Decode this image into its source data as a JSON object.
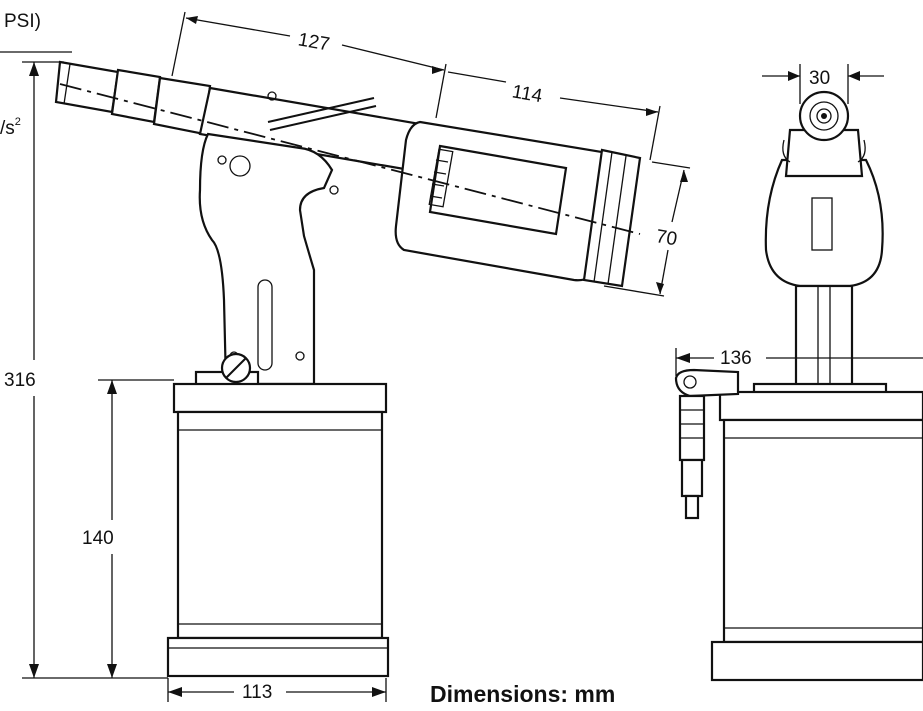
{
  "edge_text": {
    "top_left": "PSI)",
    "left_mid": "/s",
    "left_mid_sup": "2"
  },
  "dimensions": {
    "nose_length": "127",
    "body_length": "114",
    "body_diameter": "70",
    "nose_width": "30",
    "overall_height": "316",
    "reservoir_height": "140",
    "reservoir_width": "113",
    "side_width": "136"
  },
  "footer": {
    "caption": "Dimensions: mm"
  }
}
